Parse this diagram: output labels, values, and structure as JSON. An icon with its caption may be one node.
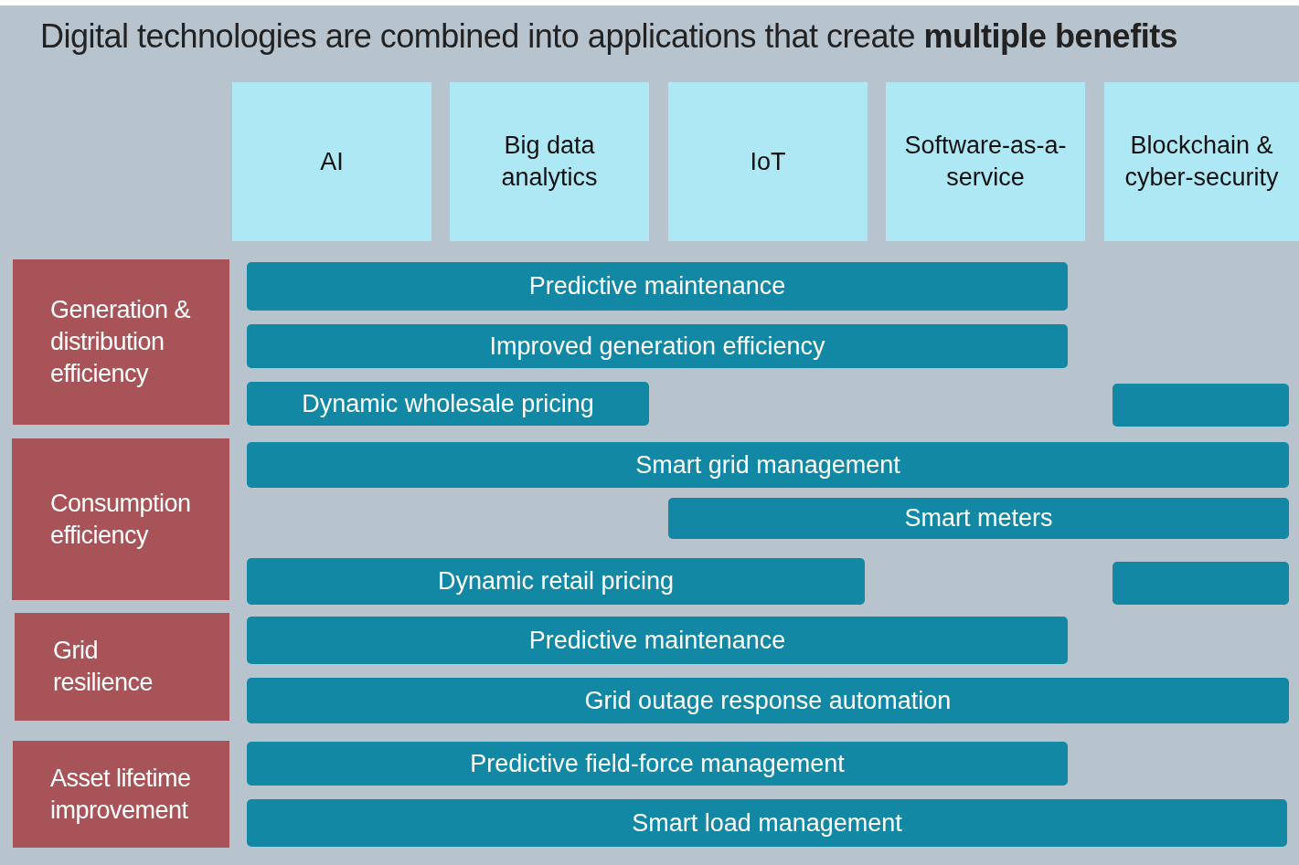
{
  "diagram": {
    "title": "Digital technologies are combined into applications that create **multiple benefits**",
    "nodes": [
      {
        "text": [
          "AI"
        ]
      },
      {
        "text": [
          "Big data analytics"
        ]
      },
      {
        "text": [
          "IoT"
        ]
      },
      {
        "text": [
          "Software-as-a-service"
        ]
      },
      {
        "text": [
          "Blockchain & cyber-security"
        ]
      },
      {
        "text": [
          "Generation & distribution efficiency"
        ]
      },
      {
        "text": [
          "Predictive maintenance"
        ]
      },
      {
        "text": [
          "Improved generation efficiency"
        ]
      },
      {
        "text": [
          "Dynamic wholesale pricing"
        ]
      },
      {
        "text": [],
        "shape": "bar"
      },
      {
        "text": [
          "Consumption efficiency"
        ]
      },
      {
        "text": [
          "Smart grid management"
        ]
      },
      {
        "text": [
          "Smart meters"
        ]
      },
      {
        "text": [
          "Dynamic retail pricing"
        ]
      },
      {
        "text": [],
        "shape": "bar"
      },
      {
        "text": [
          "Grid resilience"
        ]
      },
      {
        "text": [
          "Predictive maintenance"
        ]
      },
      {
        "text": [
          "Grid outage response automation"
        ]
      },
      {
        "text": [
          "Asset lifetime improvement"
        ]
      },
      {
        "text": [
          "Predictive field-force management"
        ]
      },
      {
        "text": [
          "Smart load management"
        ]
      }
    ],
    "edges": []
  }
}
